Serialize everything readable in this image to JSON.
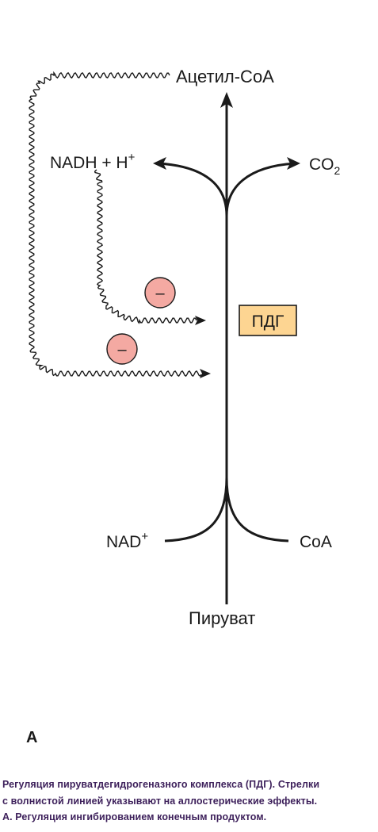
{
  "diagram": {
    "product": "Ацетил-CoA",
    "substrate": "Пируват",
    "enzyme": "ПДГ",
    "nadh_base": "NADH + H",
    "nadh_sup": "+",
    "co2_base": "CO",
    "co2_sub": "2",
    "nad_base": "NAD",
    "nad_sup": "+",
    "coa": "CoA",
    "inhibit_symbol": "–",
    "colors": {
      "line": "#1a1a1a",
      "enzyme_fill": "#fdd592",
      "inhibit_fill": "#f4a9a2",
      "caption": "#3c1f5a"
    }
  },
  "panel_letter": "A",
  "caption": {
    "line1": "Регуляция пируватдегидрогеназного комплекса (ПДГ). Стрелки",
    "line2": "с волнистой линией указывают на аллостерические эффекты.",
    "line3": "А. Регуляция ингибированием конечным продуктом."
  }
}
